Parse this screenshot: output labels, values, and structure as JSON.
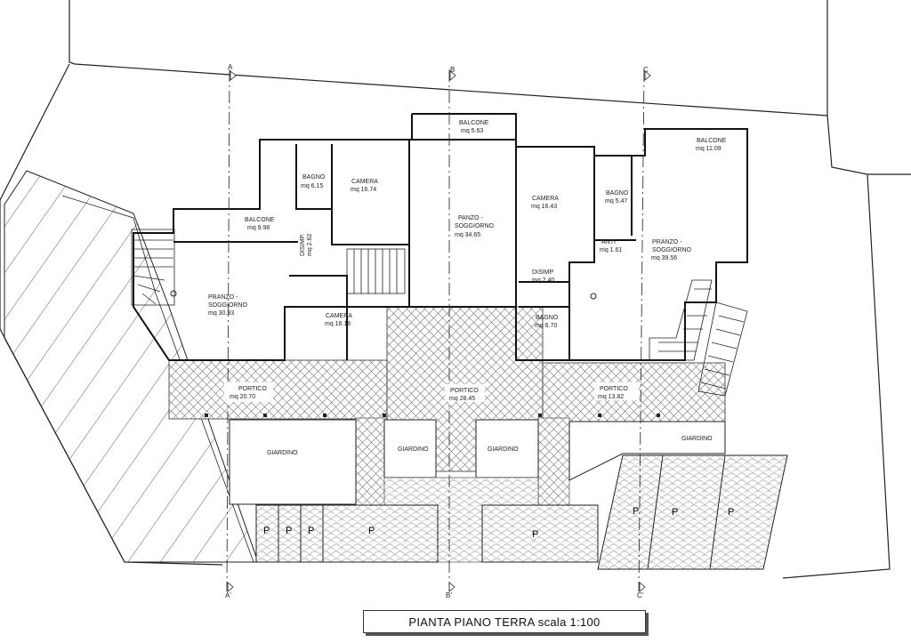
{
  "title": "PIANTA PIANO TERRA scala 1:100",
  "axes": {
    "a_top": "A",
    "a_bottom": "A'",
    "b_top": "B",
    "b_bottom": "B'",
    "c_top": "C",
    "c_bottom": "C'"
  },
  "rooms": {
    "balcone_1": {
      "name": "BALCONE",
      "area": "mq 9.98"
    },
    "bagno_1": {
      "name": "BAGNO",
      "area": "mq 6.15"
    },
    "camera_1": {
      "name": "CAMERA",
      "area": "mq 16.74"
    },
    "disimp_1": {
      "name": "DISIMP.",
      "area": "mq 2.62"
    },
    "pranzo_1": {
      "name_1": "PRANZO -",
      "name_2": "SOGGIORNO",
      "area": "mq 30.33"
    },
    "camera_2": {
      "name": "CAMERA",
      "area": "mq 18.18"
    },
    "balcone_2": {
      "name": "BALCONE",
      "area": "mq 5.63"
    },
    "panzo_2": {
      "name_1": "PANZO -",
      "name_2": "SOGGIORNO",
      "area": "mq 34.65"
    },
    "camera_3": {
      "name": "CAMERA",
      "area": "mq 16.43"
    },
    "bagno_2": {
      "name": "BAGNO",
      "area": "mq 5.47"
    },
    "anti": {
      "name": "ANTI",
      "area": "mq 1.61"
    },
    "disimp_2": {
      "name": "DISIMP",
      "area": "mq 2.40"
    },
    "bagno_3": {
      "name": "BAGNO",
      "area": "mq 6.70"
    },
    "balcone_3": {
      "name": "BALCONE",
      "area": "mq 11.09"
    },
    "pranzo_3": {
      "name_1": "PRANZO -",
      "name_2": "SOGGIORNO",
      "area": "mq 39.56"
    },
    "portico_1": {
      "name": "PORTICO",
      "area": "mq 20.70"
    },
    "portico_2": {
      "name": "PORTICO",
      "area": "mq 28.45"
    },
    "portico_3": {
      "name": "PORTICO",
      "area": "mq 13.82"
    }
  },
  "gardens": {
    "g1": "GIARDINO",
    "g2": "GIARDINO",
    "g3": "GIARDINO",
    "g4": "GIARDINO"
  },
  "parking": {
    "label": "P"
  }
}
